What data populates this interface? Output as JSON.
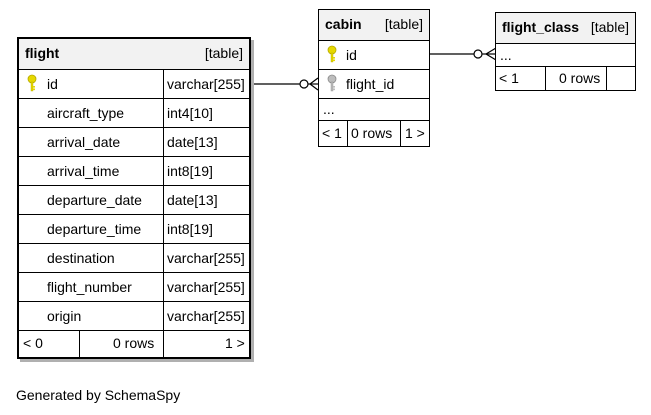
{
  "tables": {
    "flight": {
      "name": "flight",
      "kind": "[table]",
      "columns": [
        {
          "name": "id",
          "type": "varchar[255]"
        },
        {
          "name": "aircraft_type",
          "type": "int4[10]"
        },
        {
          "name": "arrival_date",
          "type": "date[13]"
        },
        {
          "name": "arrival_time",
          "type": "int8[19]"
        },
        {
          "name": "departure_date",
          "type": "date[13]"
        },
        {
          "name": "departure_time",
          "type": "int8[19]"
        },
        {
          "name": "destination",
          "type": "varchar[255]"
        },
        {
          "name": "flight_number",
          "type": "varchar[255]"
        },
        {
          "name": "origin",
          "type": "varchar[255]"
        }
      ],
      "footer": {
        "parents": "< 0",
        "rows": "0 rows",
        "children": "1 >"
      }
    },
    "cabin": {
      "name": "cabin",
      "kind": "[table]",
      "columns": [
        {
          "name": "id"
        },
        {
          "name": "flight_id"
        }
      ],
      "ellipsis": "...",
      "footer": {
        "parents": "< 1",
        "rows": "0 rows",
        "children": "1 >"
      }
    },
    "flight_class": {
      "name": "flight_class",
      "kind": "[table]",
      "ellipsis": "...",
      "footer": {
        "parents": "< 1",
        "rows": "0 rows"
      }
    }
  },
  "footer_text": "Generated by SchemaSpy",
  "colors": {
    "primary_key": "#e6d800",
    "foreign_key": "#aaaaaa",
    "header_bg": "#f2f2f2"
  }
}
